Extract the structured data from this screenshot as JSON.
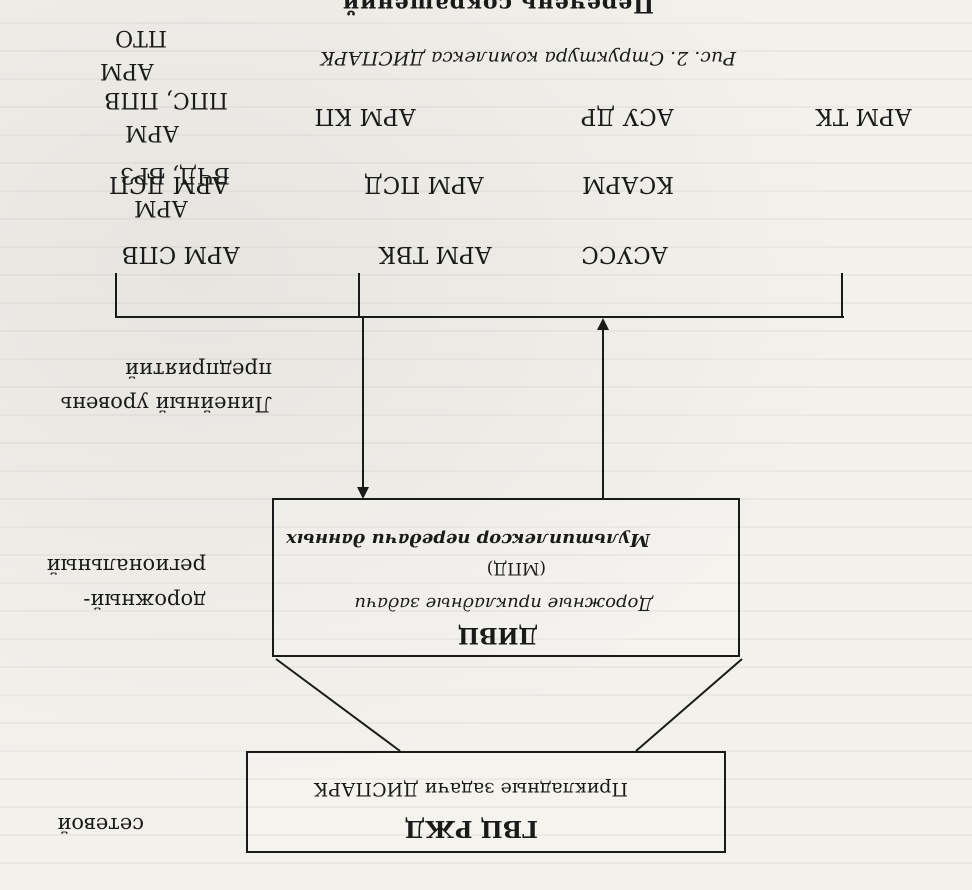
{
  "levels": {
    "network": "сетевой",
    "road_regional": "дорожный-\nрегиональный",
    "linear": "Линейный уровень\nпредприятий"
  },
  "boxes": {
    "gvc": {
      "title": "ГВЦ РЖД",
      "subtitle": "Прикладные задачи ДИСПАРК"
    },
    "divc": {
      "title": "ДИВЦ",
      "subtitle": "Дорожные прикладные задачи",
      "mpd_abbr": "(МПД)",
      "mpd_full": "Мультиплексор передачи данных"
    }
  },
  "subsystems": [
    {
      "id": "c1",
      "text": "АРМ СПВ"
    },
    {
      "id": "c2",
      "text": "АРМ ТВК"
    },
    {
      "id": "c3",
      "text": "АСУСС"
    },
    {
      "id": "c4",
      "text": "АРМ ДСП"
    },
    {
      "id": "c5",
      "text": "АРМ ПСД"
    },
    {
      "id": "c6",
      "text": "КСАРМ"
    },
    {
      "id": "c7",
      "text": "АРМ\nВЧД, ВРЗ"
    },
    {
      "id": "c8",
      "text": "АРМ\nППС, ППВ"
    },
    {
      "id": "c9",
      "text": "АРМ\nПТО"
    },
    {
      "id": "c10",
      "text": "АРМ ТК"
    },
    {
      "id": "c11",
      "text": "АСУ ДР"
    },
    {
      "id": "c12",
      "text": "АРМ КП"
    }
  ],
  "caption": "Рис. 2. Структура комплекса ДИСПАРК",
  "heading": "Перечень сокращений"
}
